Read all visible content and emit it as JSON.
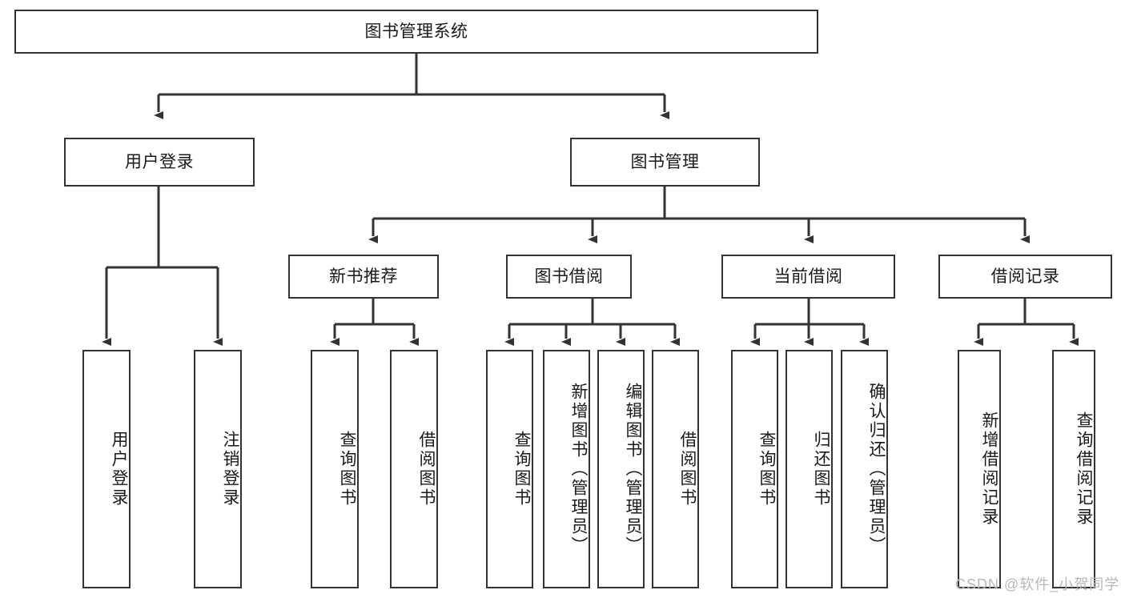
{
  "diagram": {
    "title": "图书管理系统",
    "type": "hierarchy-tree",
    "style": {
      "box_border_color": "#333333",
      "box_fill_color": "#ffffff",
      "line_color": "#333333",
      "text_color": "#1a1a1a",
      "background": "#ffffff"
    },
    "root": {
      "label": "图书管理系统"
    },
    "level2": [
      {
        "label": "用户登录"
      },
      {
        "label": "图书管理"
      }
    ],
    "level3": [
      {
        "label": "新书推荐"
      },
      {
        "label": "图书借阅"
      },
      {
        "label": "当前借阅"
      },
      {
        "label": "借阅记录"
      }
    ],
    "leaves": {
      "user_login": [
        {
          "label": "用户登录"
        },
        {
          "label": "注销登录"
        }
      ],
      "new_book_recommend": [
        {
          "label": "查询图书"
        },
        {
          "label": "借阅图书"
        }
      ],
      "book_borrow": [
        {
          "label": "查询图书"
        },
        {
          "label": "新增图书（管理员）"
        },
        {
          "label": "编辑图书（管理员）"
        },
        {
          "label": "借阅图书"
        }
      ],
      "current_borrow": [
        {
          "label": "查询图书"
        },
        {
          "label": "归还图书"
        },
        {
          "label": "确认归还（管理员）"
        }
      ],
      "borrow_record": [
        {
          "label": "新增借阅记录"
        },
        {
          "label": "查询借阅记录"
        }
      ]
    },
    "watermark": "CSDN @软件_小贺同学"
  }
}
